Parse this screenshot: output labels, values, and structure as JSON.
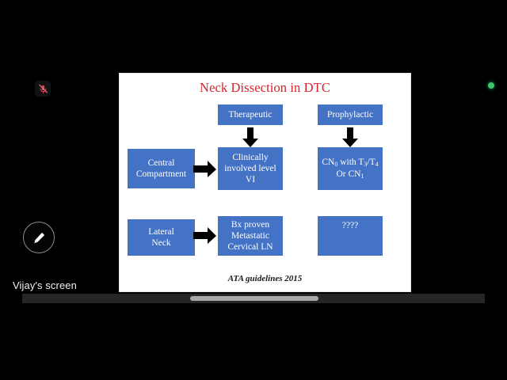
{
  "viewer": {
    "presenter_label": "Vijay's screen",
    "mic_icon": "microphone-muted-icon",
    "mic_icon_color": "#e8384f",
    "status_dot_color": "#3ec46d",
    "annotate_icon": "pencil-icon",
    "scrollbar_thumb_color": "#a8a8a8",
    "background_color": "#000000"
  },
  "slide": {
    "title": "Neck Dissection in DTC",
    "title_color": "#d8232a",
    "background_color": "#ffffff",
    "box_color": "#4472c4",
    "box_text_color": "#ffffff",
    "footer": "ATA guidelines 2015",
    "boxes": [
      {
        "id": "therapeutic",
        "text": "Therapeutic"
      },
      {
        "id": "prophylactic",
        "text": "Prophylactic"
      },
      {
        "id": "central",
        "line1": "Central",
        "line2": "Compartment"
      },
      {
        "id": "clinically",
        "line1": "Clinically",
        "line2": "involved level",
        "line3": "VI"
      },
      {
        "id": "cn0",
        "line1_a": "CN",
        "line1_sub": "0",
        "line1_b": " with T",
        "line1_sub2": "3",
        "line1_c": "/T",
        "line1_sub3": "4",
        "line2_a": "Or CN",
        "line2_sub": "1"
      },
      {
        "id": "lateral",
        "line1": "Lateral",
        "line2": "Neck"
      },
      {
        "id": "bx",
        "line1": "Bx proven",
        "line2": "Metastatic",
        "line3": "Cervical LN"
      },
      {
        "id": "question",
        "text": "????"
      }
    ],
    "arrows": [
      {
        "id": "arrow-down-therapeutic",
        "direction": "down"
      },
      {
        "id": "arrow-down-prophylactic",
        "direction": "down"
      },
      {
        "id": "arrow-right-central",
        "direction": "right"
      },
      {
        "id": "arrow-right-lateral",
        "direction": "right"
      }
    ]
  }
}
